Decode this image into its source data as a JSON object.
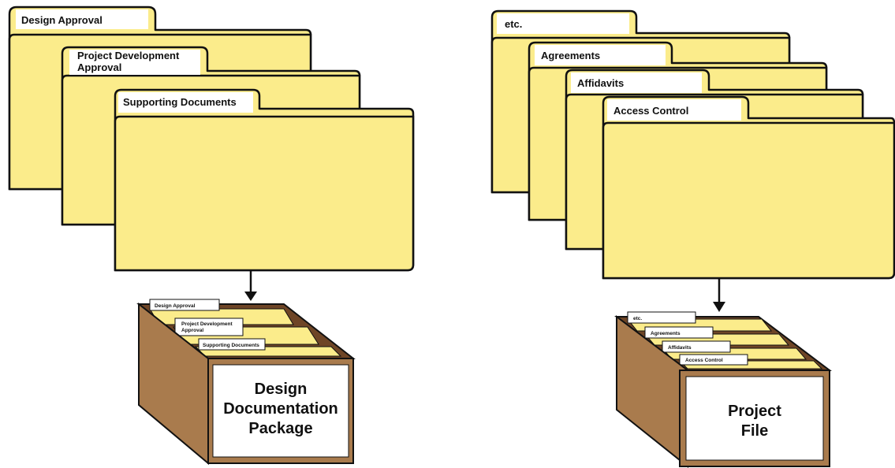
{
  "colors": {
    "folder_fill": "#fbec8b",
    "outline": "#111111",
    "tab_label_fill": "#ffffff",
    "box_side": "#a97b4d",
    "box_dark": "#8a5c32",
    "box_inner": "#6e4526",
    "label_panel": "#ffffff"
  },
  "left_group": {
    "folders": [
      {
        "label": "Design Approval"
      },
      {
        "label_line1": "Project Development",
        "label_line2": "Approval"
      },
      {
        "label": "Supporting Documents"
      }
    ],
    "box": {
      "tabs": [
        {
          "label": "Design Approval"
        },
        {
          "label_line1": "Project Development",
          "label_line2": "Approval"
        },
        {
          "label": "Supporting Documents"
        }
      ],
      "title_line1": "Design",
      "title_line2": "Documentation",
      "title_line3": "Package"
    }
  },
  "right_group": {
    "folders": [
      {
        "label": "etc."
      },
      {
        "label": "Agreements"
      },
      {
        "label": "Affidavits"
      },
      {
        "label": "Access Control"
      }
    ],
    "box": {
      "tabs": [
        {
          "label": "etc."
        },
        {
          "label": "Agreements"
        },
        {
          "label": "Affidavits"
        },
        {
          "label": "Access Control"
        }
      ],
      "title_line1": "Project",
      "title_line2": "File"
    }
  }
}
